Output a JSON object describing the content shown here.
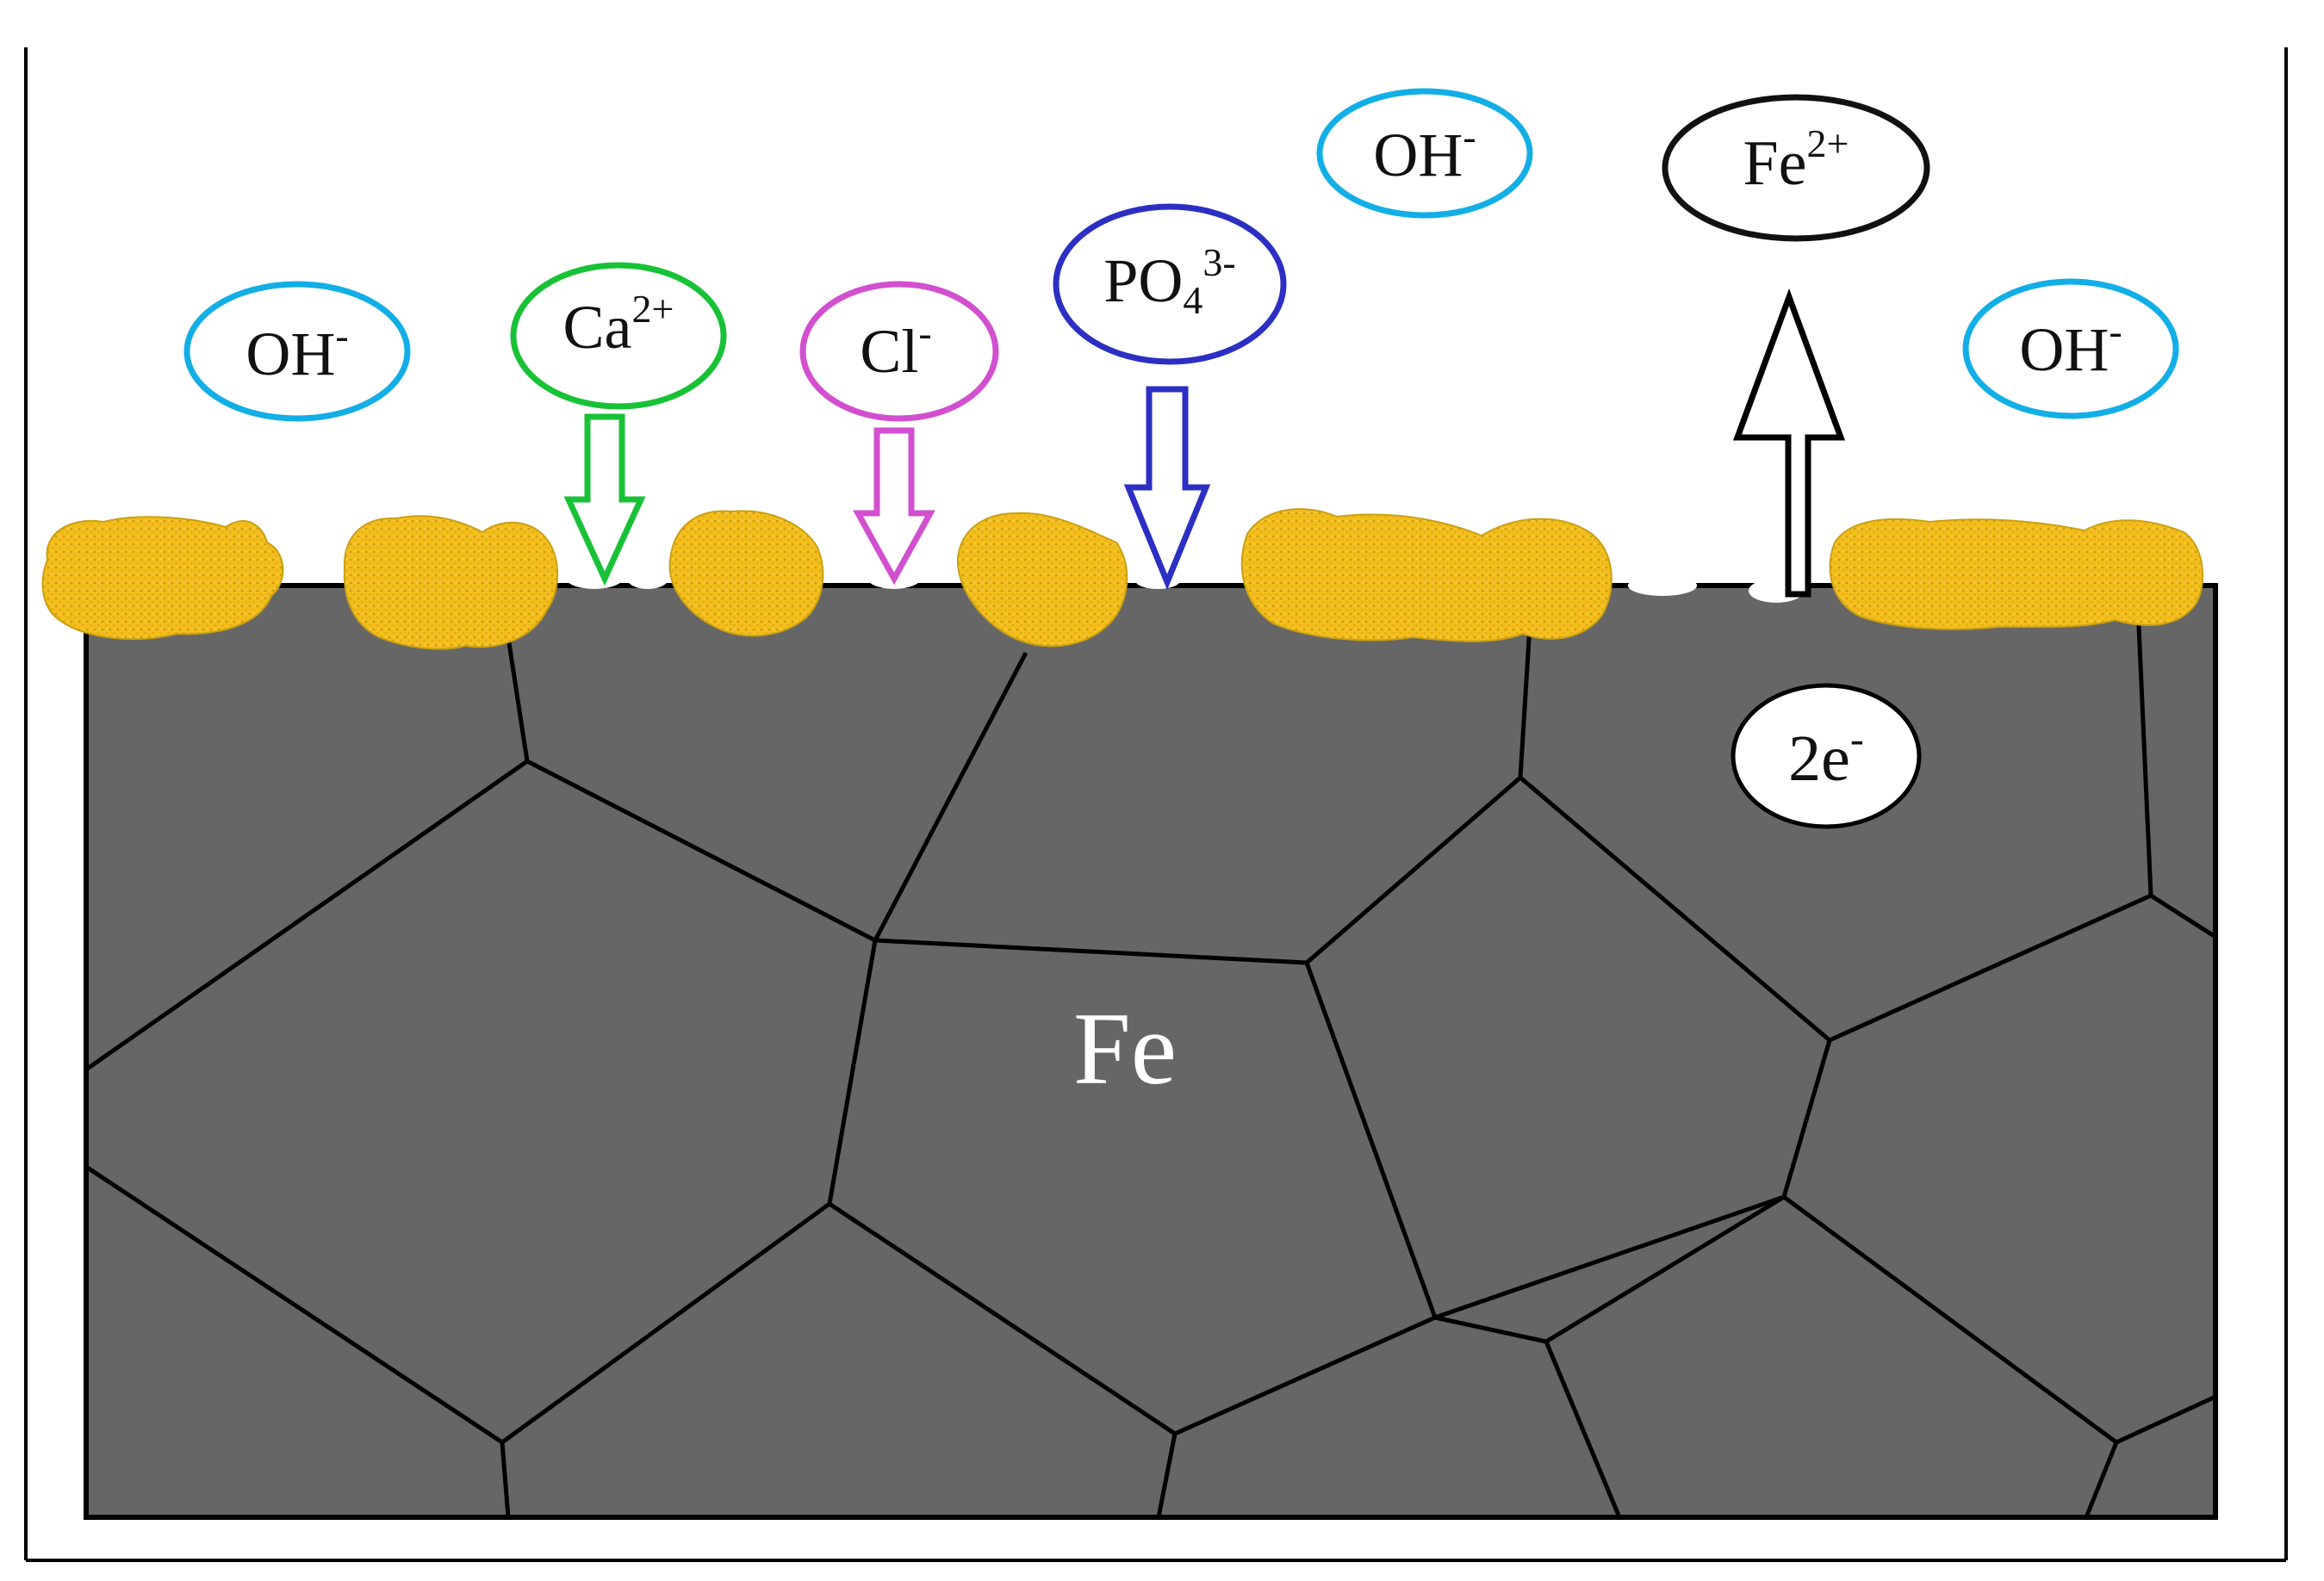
{
  "colors": {
    "metal": "#666666",
    "grain_boundary": "#000000",
    "deposit": "#f3be1c",
    "deposit_shade": "#c99a10",
    "oh": "#12aee6",
    "ca": "#18c236",
    "cl": "#d24fcf",
    "po4": "#2c2fc3",
    "fe": "#111111"
  },
  "labels": {
    "metal": "Fe",
    "electrons": {
      "base": "2e",
      "sup": "-"
    }
  },
  "ions": [
    {
      "id": "oh-left",
      "base": "OH",
      "sup": "-",
      "sub": "",
      "color": "oh",
      "flux": "none"
    },
    {
      "id": "ca",
      "base": "Ca",
      "sup": "2+",
      "sub": "",
      "color": "ca",
      "flux": "down"
    },
    {
      "id": "cl",
      "base": "Cl",
      "sup": "-",
      "sub": "",
      "color": "cl",
      "flux": "down"
    },
    {
      "id": "po4",
      "base": "PO",
      "sup": "3-",
      "sub": "4",
      "color": "po4",
      "flux": "down"
    },
    {
      "id": "oh-top",
      "base": "OH",
      "sup": "-",
      "sub": "",
      "color": "oh",
      "flux": "none"
    },
    {
      "id": "fe2",
      "base": "Fe",
      "sup": "2+",
      "sub": "",
      "color": "fe",
      "flux": "up"
    },
    {
      "id": "oh-right",
      "base": "OH",
      "sup": "-",
      "sub": "",
      "color": "oh",
      "flux": "none"
    }
  ]
}
